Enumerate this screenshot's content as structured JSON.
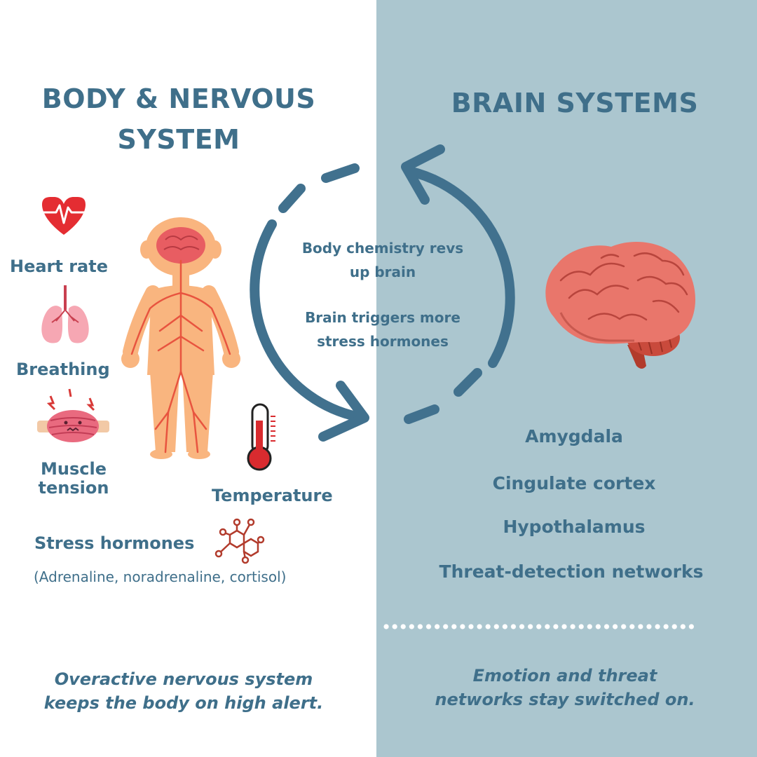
{
  "left": {
    "title_line1": "BODY & NERVOUS",
    "title_line2": "SYSTEM",
    "items": {
      "heart_rate": "Heart rate",
      "breathing": "Breathing",
      "muscle_line1": "Muscle",
      "muscle_line2": "tension",
      "temperature": "Temperature",
      "stress_hormones": "Stress hormones",
      "stress_note": "(Adrenaline, noradrenaline, cortisol)"
    },
    "footer_line1": "Overactive nervous system",
    "footer_line2": "keeps the body on high alert."
  },
  "cycle": {
    "text1_line1": "Body chemistry revs",
    "text1_line2": "up brain",
    "text2_line1": "Brain triggers more",
    "text2_line2": "stress hormones"
  },
  "right": {
    "title": "BRAIN SYSTEMS",
    "regions": [
      "Amygdala",
      "Cingulate cortex",
      "Hypothalamus",
      "Threat-detection networks"
    ],
    "footer_line1": "Emotion and threat",
    "footer_line2": "networks stay switched on."
  },
  "colors": {
    "text": "#3f6f8a",
    "right_panel": "#abc6cf",
    "arrow": "#41718e",
    "body": "#f9b57f",
    "nerves": "#e8543f",
    "brain": "#e9766b",
    "heart": "#e42d32"
  },
  "icons": [
    "heart-pulse-icon",
    "lungs-icon",
    "tense-muscle-icon",
    "thermometer-icon",
    "molecule-icon",
    "brain-icon",
    "body-nervous-system-figure"
  ]
}
